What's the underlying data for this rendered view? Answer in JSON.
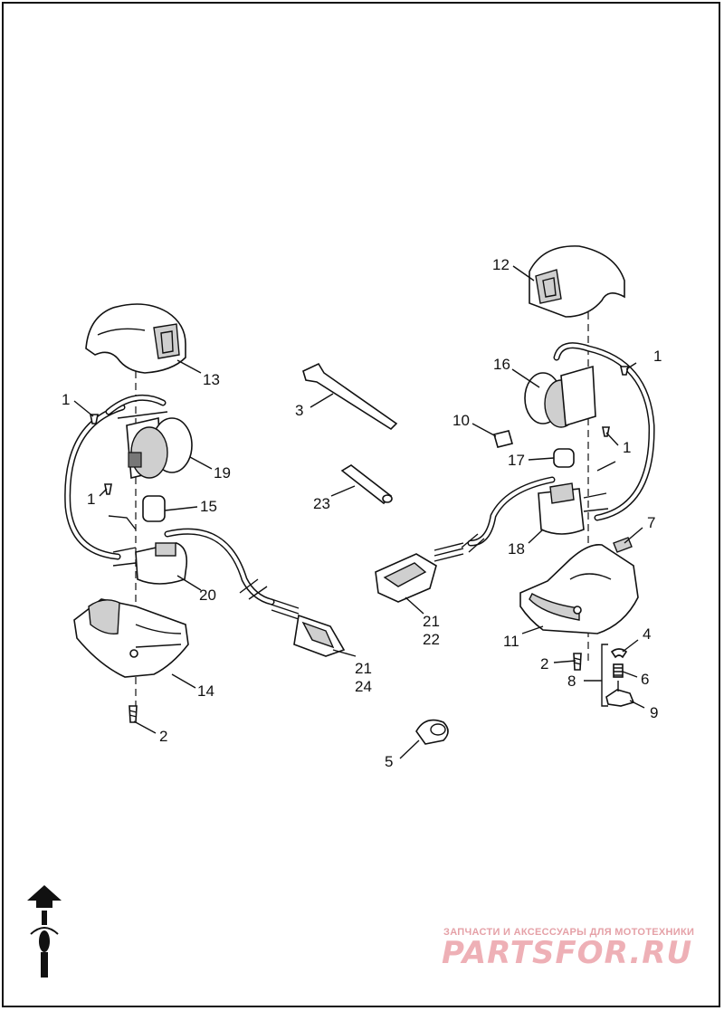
{
  "diagram": {
    "callouts": {
      "c1a": "1",
      "c1b": "1",
      "c1c": "1",
      "c1d": "1",
      "c2a": "2",
      "c2b": "2",
      "c3": "3",
      "c4": "4",
      "c5": "5",
      "c6": "6",
      "c7": "7",
      "c8": "8",
      "c9": "9",
      "c10": "10",
      "c11": "11",
      "c12": "12",
      "c13": "13",
      "c14": "14",
      "c15": "15",
      "c16": "16",
      "c17": "17",
      "c18": "18",
      "c19": "19",
      "c20": "20",
      "c21a": "21",
      "c24": "24",
      "c21b": "21",
      "c22": "22",
      "c23": "23"
    },
    "icons": [
      "front-direction-arrow-icon",
      "motorcycle-top-view-icon"
    ]
  },
  "watermark": {
    "tagline": "ЗАПЧАСТИ И АКСЕССУАРЫ ДЛЯ МОТОТЕХНИКИ",
    "brand": "PARTSFOR.RU",
    "color": "#e8a0a8"
  }
}
